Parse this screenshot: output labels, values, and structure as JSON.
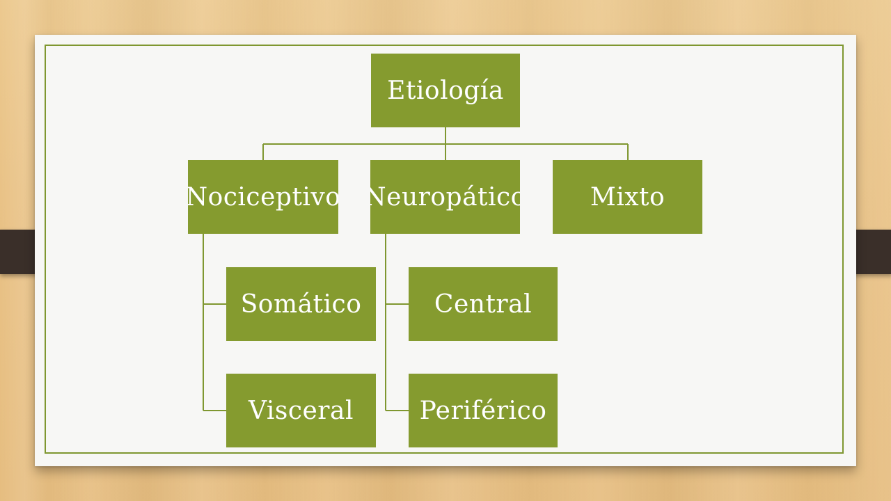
{
  "colors": {
    "node_fill": "#859b2f",
    "node_text": "#ffffff",
    "connector": "#7f9730",
    "frame": "#7f9730",
    "paper": "#f7f7f5",
    "wood": "#e9c286",
    "clip": "#3a2f29"
  },
  "diagram": {
    "root": "Etiología",
    "level1": [
      "Nociceptivo",
      "Neuropático",
      "Mixto"
    ],
    "nociceptivo_children": [
      "Somático",
      "Visceral"
    ],
    "neuropatico_children": [
      "Central",
      "Periférico"
    ]
  }
}
